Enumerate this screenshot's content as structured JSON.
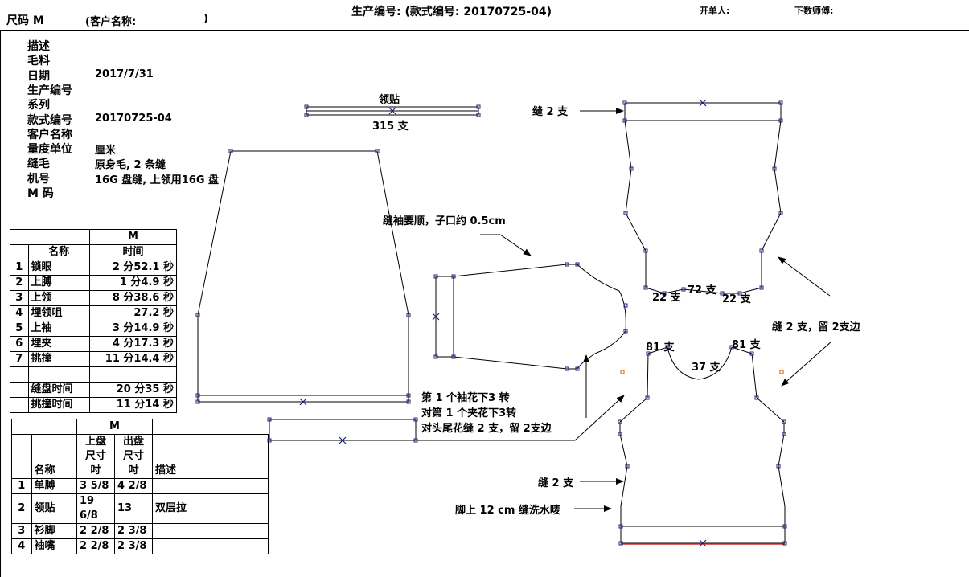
{
  "header": {
    "size": "尺码 M",
    "customer": "(客户名称:",
    "customer_close": ")",
    "production": "生产编号: (款式编号: 20170725-04)",
    "issuer": "开单人:",
    "master": "下数师傅:"
  },
  "info": [
    {
      "label": "描述",
      "value": ""
    },
    {
      "label": "毛料",
      "value": ""
    },
    {
      "label": "日期",
      "value": "2017/7/31"
    },
    {
      "label": "生产编号",
      "value": ""
    },
    {
      "label": "系列",
      "value": ""
    },
    {
      "label": "款式编号",
      "value": "20170725-04"
    },
    {
      "label": "客户名称",
      "value": ""
    },
    {
      "label": "量度单位",
      "value": "厘米"
    },
    {
      "label": "缝毛",
      "value": "原身毛, 2 条缝"
    },
    {
      "label": "机号",
      "value": "16G 盘缝, 上领用16G 盘"
    },
    {
      "label": "M 码",
      "value": ""
    }
  ],
  "time_table": {
    "size": "M",
    "col_name": "名称",
    "col_time": "时间",
    "rows": [
      {
        "no": "1",
        "name": "锁眼",
        "time": "2 分52.1 秒"
      },
      {
        "no": "2",
        "name": "上膊",
        "time": "1 分4.9 秒"
      },
      {
        "no": "3",
        "name": "上领",
        "time": "8 分38.6 秒"
      },
      {
        "no": "4",
        "name": "埋领咀",
        "time": "27.2 秒"
      },
      {
        "no": "5",
        "name": "上袖",
        "time": "3 分14.9 秒"
      },
      {
        "no": "6",
        "name": "埋夹",
        "time": "4 分17.3 秒"
      },
      {
        "no": "7",
        "name": "挑撞",
        "time": "11 分14.4 秒"
      }
    ],
    "total1_label": "缝盘时间",
    "total1_value": "20 分35 秒",
    "total2_label": "挑撞时间",
    "total2_value": "11 分14 秒"
  },
  "size_table": {
    "size": "M",
    "col_name": "名称",
    "col_in": "上盘\n尺寸\n吋",
    "col_in_lines": [
      "上盘",
      "尺寸",
      "吋"
    ],
    "col_out_lines": [
      "出盘",
      "尺寸",
      "吋"
    ],
    "col_desc": "描述",
    "rows": [
      {
        "no": "1",
        "name": "单膊",
        "in": "3 5/8",
        "out": "4 2/8",
        "desc": ""
      },
      {
        "no": "2",
        "name": "领贴",
        "in": "19 6/8",
        "out": "13",
        "desc": "双层拉"
      },
      {
        "no": "3",
        "name": "衫脚",
        "in": "2 2/8",
        "out": "2 3/8",
        "desc": ""
      },
      {
        "no": "4",
        "name": "袖嘴",
        "in": "2 2/8",
        "out": "2 3/8",
        "desc": ""
      }
    ]
  },
  "labels": {
    "collar": "领贴",
    "collar_count": "315 支",
    "sleeve_note": "缝袖要顺，子口约 0.5cm",
    "back_top": "缝 2 支",
    "back_left": "22 支",
    "back_mid": "72 支",
    "back_right": "22 支",
    "right_note": "缝 2 支，留 2支边",
    "front_left": "81 支",
    "front_neck": "37 支",
    "front_right": "81 支",
    "note_line1": "第 1 个袖花下3 转",
    "note_line2": "对第 1 个夹花下3转",
    "note_line3": "对头尾花缝 2 支，留 2支边",
    "front_side": "缝 2 支",
    "hem_note": "脚上 12 cm 缝洗水唛"
  },
  "colors": {
    "line": "#000000",
    "node": "#1a237e",
    "hem": "#d32f2f",
    "marker": "#e65100"
  }
}
